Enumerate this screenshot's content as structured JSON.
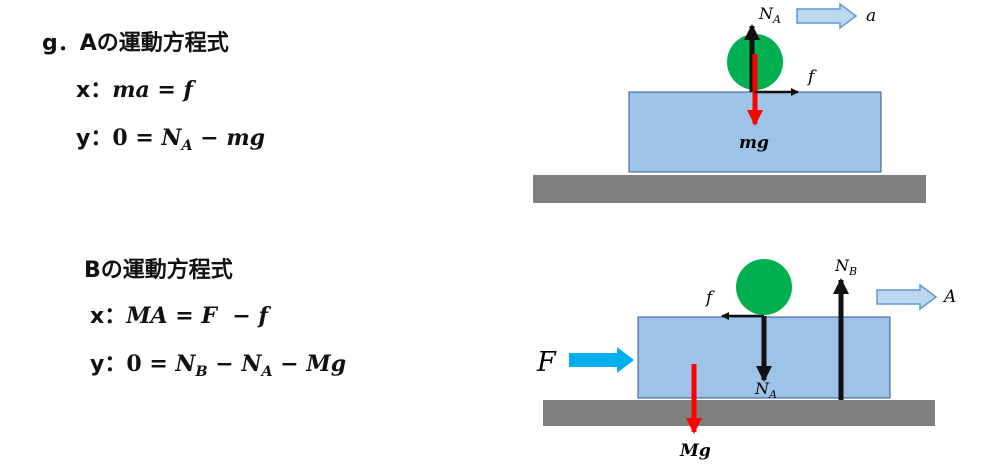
{
  "sectionA": {
    "title": "g．Aの運動方程式",
    "x_label": "x：",
    "x_lhs": "ma",
    "x_rhs": "f",
    "y_label": "y：",
    "y_lhs": "0",
    "y_N": "N",
    "y_N_sub": "A",
    "y_mg": "mg"
  },
  "sectionB": {
    "title": "Bの運動方程式",
    "x_label": "x：",
    "x_lhs": "MA",
    "x_F": "F",
    "x_f": "f",
    "y_label": "y：",
    "y_lhs": "0",
    "y_NB": "N",
    "y_NB_sub": "B",
    "y_NA": "N",
    "y_NA_sub": "A",
    "y_Mg": "Mg"
  },
  "diagramA": {
    "N": "N",
    "N_sub": "A",
    "a": "a",
    "f": "f",
    "mg": "mg"
  },
  "diagramB": {
    "NB": "N",
    "NB_sub": "B",
    "A": "A",
    "f": "f",
    "NA": "N",
    "NA_sub": "A",
    "F": "F",
    "Mg": "Mg"
  },
  "colors": {
    "block": "#9dc3e6",
    "ground": "#7f7f7f",
    "ball": "#00b050",
    "gravity_arrow": "#ff0000",
    "applied_force": "#00b0f0",
    "force_arrow": "#111111"
  }
}
